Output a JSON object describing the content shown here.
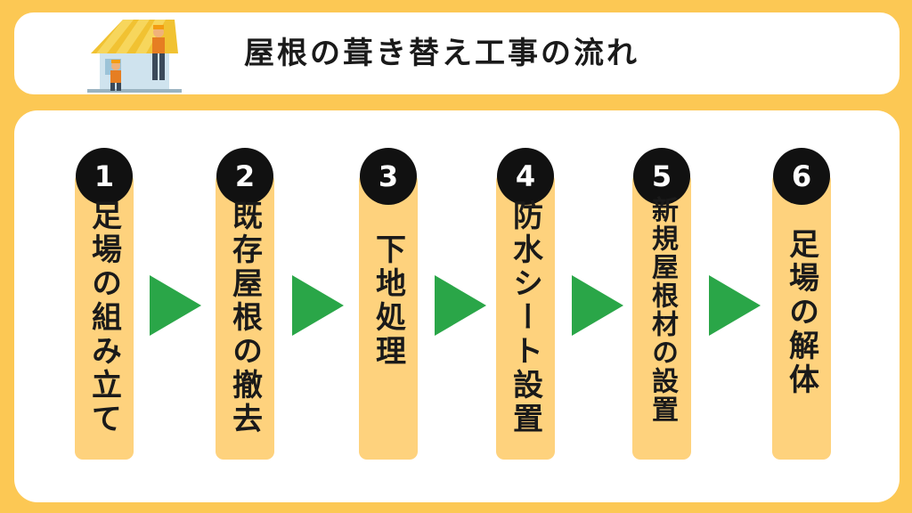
{
  "header": {
    "title": "屋根の葺き替え工事の流れ",
    "illustration": "roof-workers-illustration"
  },
  "steps": [
    {
      "number": "1",
      "label": "足場の組み立て"
    },
    {
      "number": "2",
      "label": "既存屋根の撤去"
    },
    {
      "number": "3",
      "label": "下地処理"
    },
    {
      "number": "4",
      "label": "防水シート設置"
    },
    {
      "number": "5",
      "label": "新規屋根材の設置"
    },
    {
      "number": "6",
      "label": "足場の解体"
    }
  ],
  "colors": {
    "background": "#fcc854",
    "card": "#fed27d",
    "arrow": "#2aa648",
    "badge": "#111111"
  }
}
